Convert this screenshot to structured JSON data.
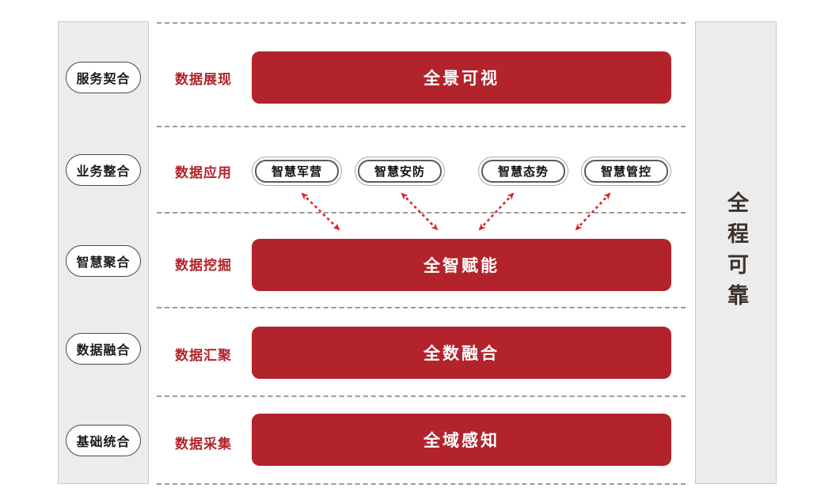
{
  "diagram": {
    "left_sidebar": {
      "items": [
        {
          "label": "服务契合"
        },
        {
          "label": "业务整合"
        },
        {
          "label": "智慧聚合"
        },
        {
          "label": "数据融合"
        },
        {
          "label": "基础统合"
        }
      ]
    },
    "right_sidebar": {
      "label": "全程可靠"
    },
    "rows": [
      {
        "label": "数据展现",
        "bar": "全景可视"
      },
      {
        "label": "数据应用",
        "pills": [
          "智慧军营",
          "智慧安防",
          "智慧态势",
          "智慧管控"
        ]
      },
      {
        "label": "数据挖掘",
        "bar": "全智赋能"
      },
      {
        "label": "数据汇聚",
        "bar": "全数融合"
      },
      {
        "label": "数据采集",
        "bar": "全域感知"
      }
    ],
    "colors": {
      "primary_red": "#B2232B",
      "arrow_red": "#DF2127",
      "sidebar_bg": "#ECECEC",
      "sidebar_border": "#C9C9C9",
      "dotted_line_gray": "#9C9C9C",
      "pill_border_dark": "#4A4A4A",
      "title_text": "#3B322C"
    }
  }
}
